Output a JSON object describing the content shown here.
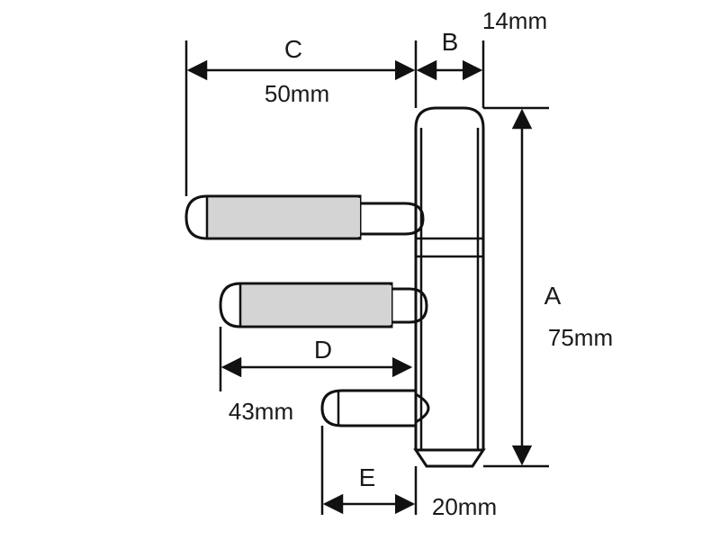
{
  "dimensions": [
    {
      "letter": "A",
      "value": "75mm"
    },
    {
      "letter": "B",
      "value": "14mm"
    },
    {
      "letter": "C",
      "value": "50mm"
    },
    {
      "letter": "D",
      "value": "43mm"
    },
    {
      "letter": "E",
      "value": "20mm"
    }
  ],
  "colors": {
    "line": "#111111",
    "sleeve_fill": "#d4d4d4",
    "background": "#ffffff"
  }
}
